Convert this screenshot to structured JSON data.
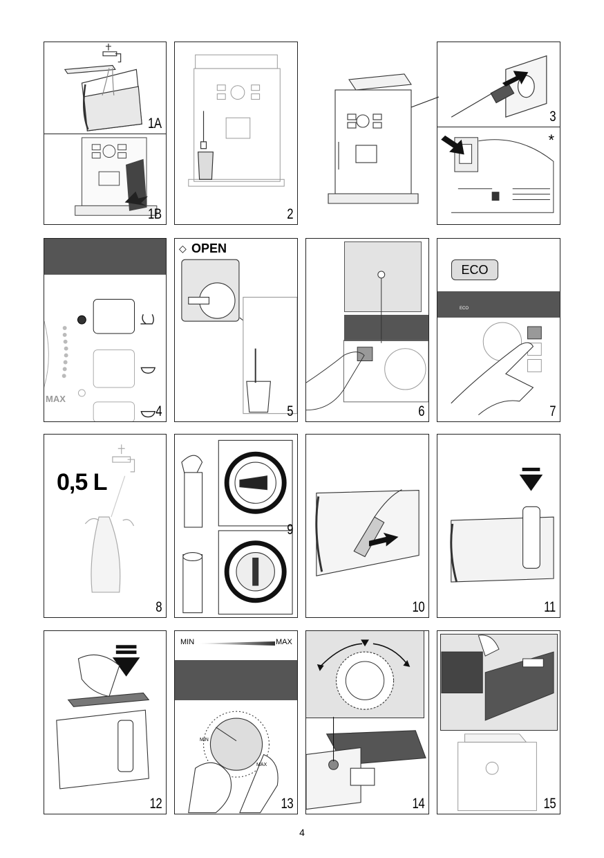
{
  "panels": {
    "p1a": {
      "label": "1A"
    },
    "p1b": {
      "label": "1B"
    },
    "p2": {
      "label": "2"
    },
    "p3": {
      "label": "3"
    },
    "pstar": {
      "label": "*"
    },
    "p4": {
      "label": "4",
      "max_label": "MAX"
    },
    "p5": {
      "label": "5",
      "open_label": "OPEN"
    },
    "p6": {
      "label": "6"
    },
    "p7": {
      "label": "7",
      "eco_badge": "ECO",
      "eco_small": "ECO"
    },
    "p8": {
      "label": "8",
      "volume": "0,5 L"
    },
    "p9": {
      "label": "9"
    },
    "p10": {
      "label": "10"
    },
    "p11": {
      "label": "11"
    },
    "p12": {
      "label": "12"
    },
    "p13": {
      "label": "13",
      "min_label": "MIN",
      "max_label": "MAX",
      "knob_min": "MIN",
      "knob_max": "MAX"
    },
    "p14": {
      "label": "14"
    },
    "p15": {
      "label": "15"
    }
  },
  "page_number": "4"
}
